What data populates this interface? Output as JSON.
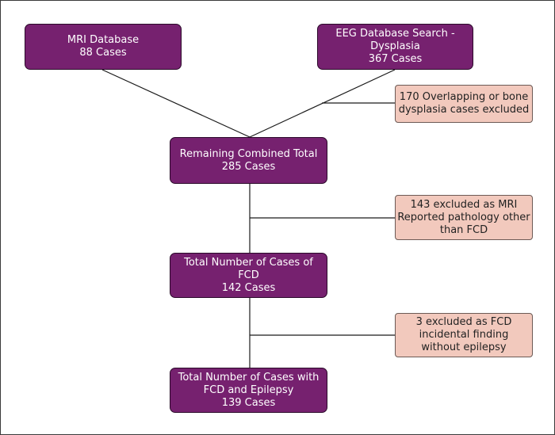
{
  "diagram": {
    "boxes": {
      "mri_database": {
        "lines": [
          "MRI Database",
          "88 Cases"
        ],
        "color": "#76216f"
      },
      "eeg_database": {
        "lines": [
          "EEG Database Search -",
          "Dysplasia",
          "367 Cases"
        ],
        "color": "#76216f"
      },
      "combined_total": {
        "lines": [
          "Remaining Combined Total",
          "285 Cases"
        ],
        "color": "#76216f"
      },
      "fcd_cases": {
        "lines": [
          "Total Number of Cases of",
          "FCD",
          "142 Cases"
        ],
        "color": "#76216f"
      },
      "fcd_epilepsy": {
        "lines": [
          "Total Number of Cases with",
          "FCD and Epilepsy",
          "139 Cases"
        ],
        "color": "#76216f"
      }
    },
    "exclusions": {
      "overlap": {
        "lines": [
          "170 Overlapping or bone",
          "dysplasia cases excluded"
        ],
        "color": "#f2c9bd"
      },
      "other_pathology": {
        "lines": [
          "143 excluded as MRI",
          "Reported pathology other",
          "than FCD"
        ],
        "color": "#f2c9bd"
      },
      "incidental": {
        "lines": [
          "3 excluded as FCD",
          "incidental finding",
          "without epilepsy"
        ],
        "color": "#f2c9bd"
      }
    }
  }
}
